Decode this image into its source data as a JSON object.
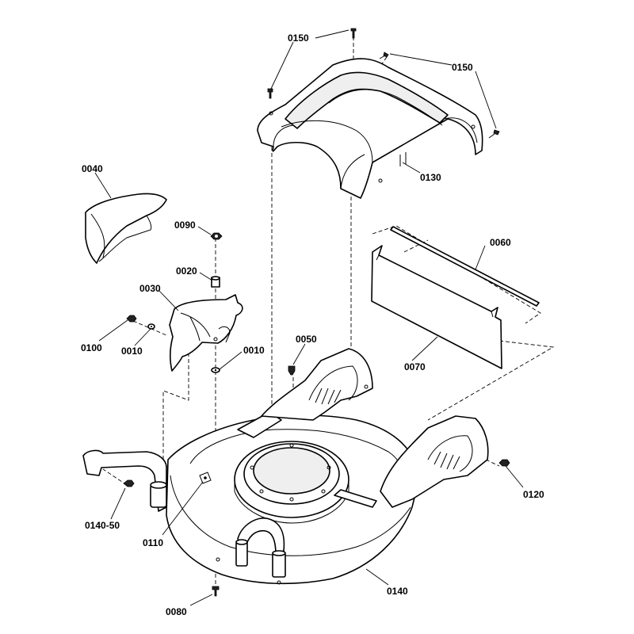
{
  "callouts": {
    "c0150a": "0150",
    "c0150b": "0150",
    "c0130": "0130",
    "c0040": "0040",
    "c0090": "0090",
    "c0020": "0020",
    "c0030": "0030",
    "c0100": "0100",
    "c0010a": "0010",
    "c0010b": "0010",
    "c0050": "0050",
    "c0060": "0060",
    "c0070": "0070",
    "c0120": "0120",
    "c0140_50": "0140-50",
    "c0110": "0110",
    "c0140": "0140",
    "c0080": "0080"
  }
}
